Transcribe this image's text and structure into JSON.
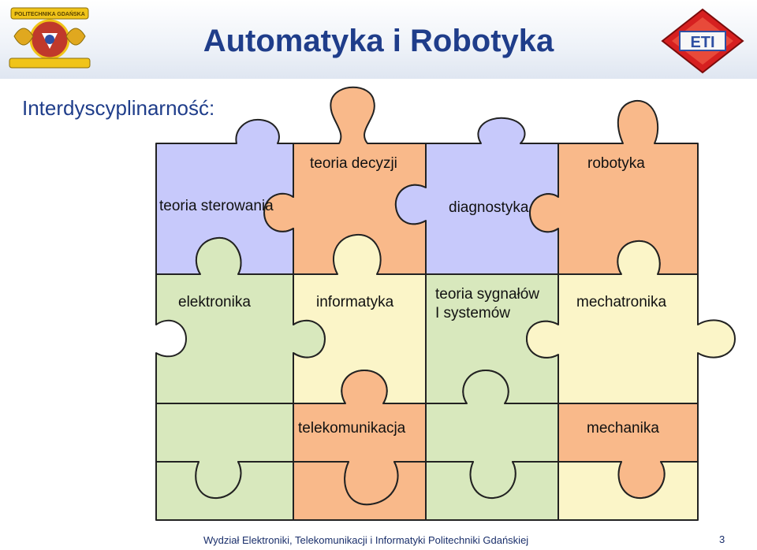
{
  "title": "Automatyka i Robotyka",
  "subtitle": "Interdyscyplinarność:",
  "left_logo_text": "POLITECHNIKA GDAŃSKA",
  "right_logo_text": "ETI",
  "pieces": {
    "teoria_decyzji": "teoria decyzji",
    "robotyka": "robotyka",
    "teoria_sterowania": "teoria sterowania",
    "diagnostyka": "diagnostyka",
    "elektronika": "elektronika",
    "informatyka": "informatyka",
    "teoria_sygnalow_1": "teoria sygnałów",
    "teoria_sygnalow_2": "I systemów",
    "mechatronika": "mechatronika",
    "telekomunikacja": "telekomunikacja",
    "mechanika": "mechanika"
  },
  "colors": {
    "orange": "#f9b98a",
    "lavender": "#c7c9fb",
    "green": "#d8e8bd",
    "yellow": "#fbf5c8",
    "title_blue": "#1f3d8a"
  },
  "footer": "Wydział Elektroniki, Telekomunikacji i Informatyki Politechniki Gdańskiej",
  "page_number": "3"
}
